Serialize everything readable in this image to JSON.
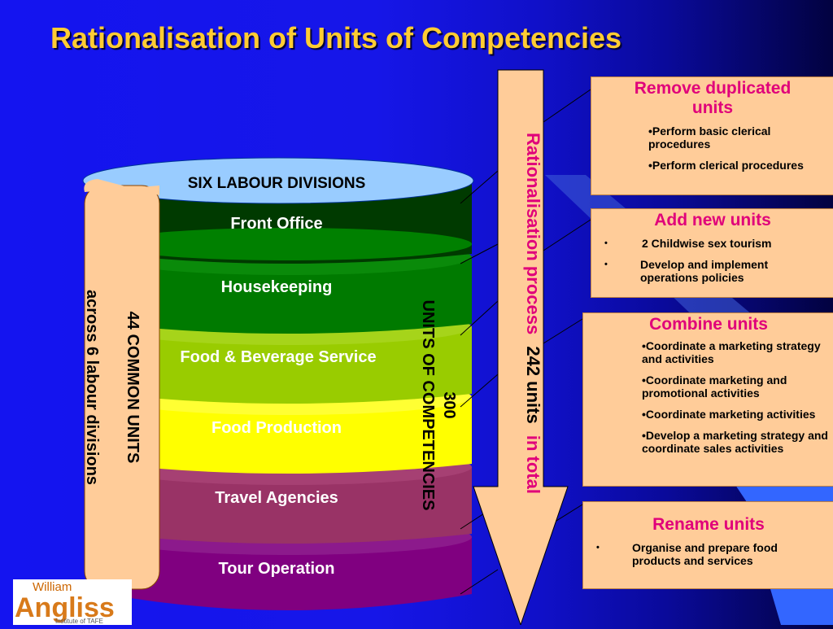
{
  "title": "Rationalisation of Units of Competencies",
  "cylinder": {
    "top_label": "SIX LABOUR DIVISIONS",
    "divisions": [
      {
        "label": "Front Office",
        "color": "#003a00",
        "label_color": "#ffffff"
      },
      {
        "label": "Housekeeping",
        "color": "#007a00",
        "label_color": "#ffffff"
      },
      {
        "label": "Food & Beverage Service",
        "color": "#99cc00",
        "label_color": "#ffffff"
      },
      {
        "label": "Food Production",
        "color": "#ffff00",
        "label_color": "#ffffff"
      },
      {
        "label": "Travel Agencies",
        "color": "#993366",
        "label_color": "#ffffff"
      },
      {
        "label": "Tour Operation",
        "color": "#800080",
        "label_color": "#ffffff"
      }
    ],
    "top_color": "#99ccff",
    "common_units_line1": "44 COMMON UNITS",
    "common_units_line2": "across 6 labour divisions",
    "units_count": "300",
    "units_label": "UNITS OF COMPETENCIES"
  },
  "process_arrow": {
    "text_part1": "Rationalisation process",
    "text_part2": "242 units",
    "text_part3": "in total",
    "accent_color": "#e0007a"
  },
  "panels": {
    "remove": {
      "title_line1": "Remove duplicated",
      "title_line2": "units",
      "items": [
        "Perform basic clerical procedures",
        "Perform clerical procedures"
      ]
    },
    "add": {
      "title": "Add new units",
      "items": [
        "2 Childwise sex tourism",
        "Develop and implement operations policies"
      ]
    },
    "combine": {
      "title": "Combine units",
      "items": [
        "Coordinate a marketing strategy and activities",
        "Coordinate marketing and promotional activities",
        "Coordinate marketing activities",
        "Develop a marketing strategy and coordinate sales activities"
      ]
    },
    "rename": {
      "title": "Rename units",
      "items": [
        "Organise and prepare food products and services"
      ]
    }
  },
  "logo": {
    "line1": "William",
    "line2": "Angliss",
    "line3": "Institute of TAFE"
  },
  "colors": {
    "panel_fill": "#ffcc99",
    "title_color": "#ffcc33",
    "panel_title_color": "#e0007a",
    "scroll_fill": "#ffcc99"
  }
}
